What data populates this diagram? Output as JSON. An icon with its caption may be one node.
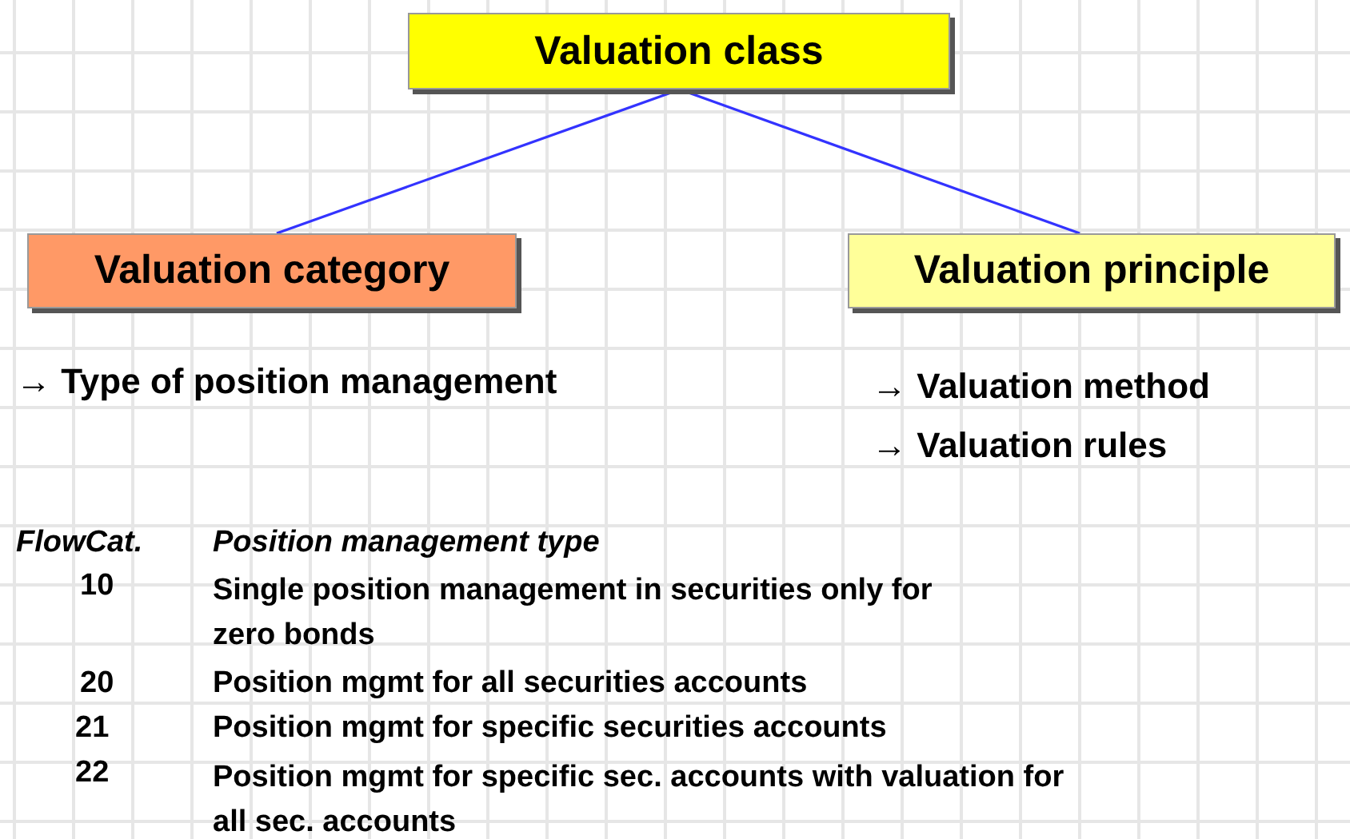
{
  "diagram": {
    "nodes": [
      {
        "text": [
          "Valuation class"
        ]
      },
      {
        "text": [
          "Valuation category"
        ]
      },
      {
        "text": [
          "Valuation principle"
        ]
      }
    ],
    "edges": [
      {
        "from": 0,
        "to": 1,
        "arrow": "none"
      },
      {
        "from": 0,
        "to": 2,
        "arrow": "none"
      }
    ],
    "labels": [
      "→ Type of position management",
      "→ Valuation method",
      "→ Valuation rules",
      "FlowCat.",
      "Position management type",
      "10",
      "Single position management in securities only for zero bonds",
      "20",
      "Position mgmt for all securities accounts",
      "21",
      "Position mgmt for specific securities accounts",
      "22",
      "Position mgmt for specific sec. accounts with valuation for all sec. accounts"
    ]
  }
}
